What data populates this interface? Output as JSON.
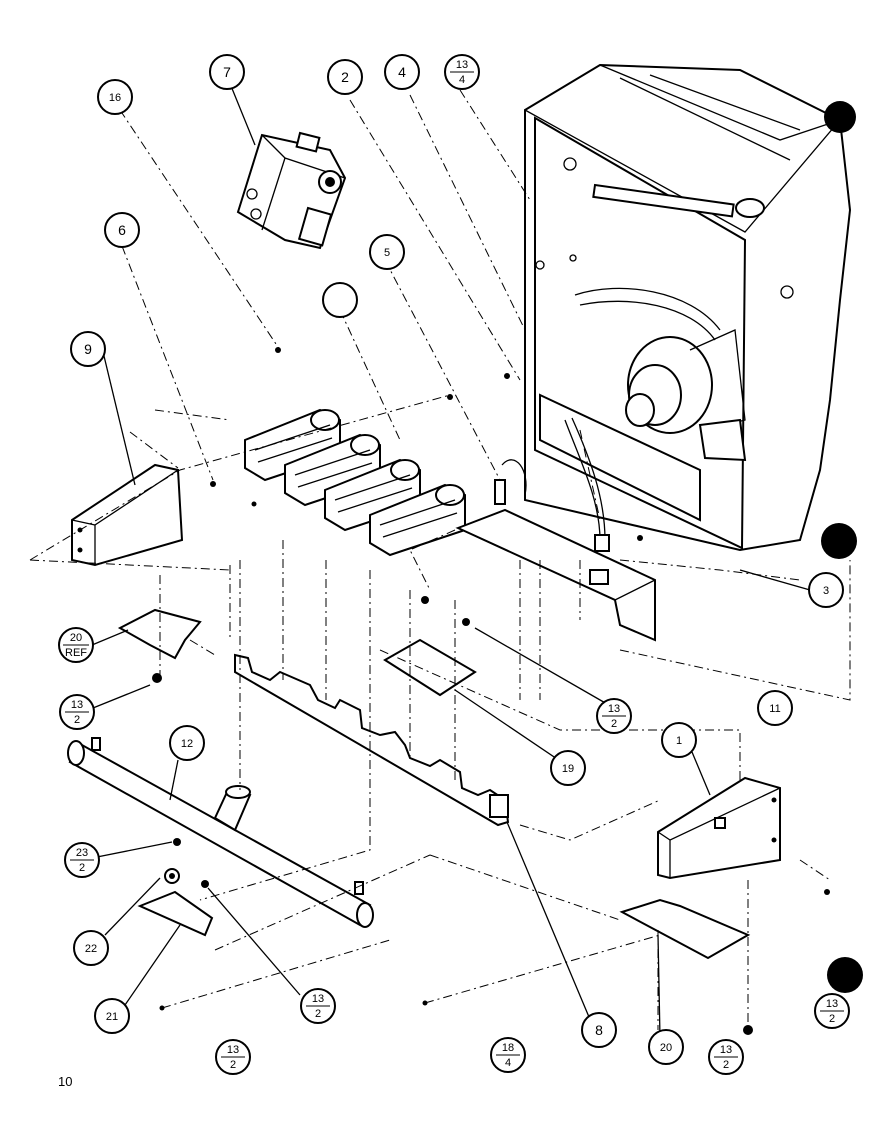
{
  "page_number": "10",
  "callouts": [
    {
      "id": "c7",
      "text": "7"
    },
    {
      "id": "c2",
      "text": "2"
    },
    {
      "id": "c4",
      "text": "4"
    },
    {
      "id": "c13_4",
      "num": "13",
      "den": "4"
    },
    {
      "id": "c16",
      "text": "16"
    },
    {
      "id": "c6",
      "text": "6"
    },
    {
      "id": "c5",
      "text": "5"
    },
    {
      "id": "c1",
      "text": ""
    },
    {
      "id": "c9",
      "text": "9"
    },
    {
      "id": "c3",
      "text": "3"
    },
    {
      "id": "c20ref",
      "num": "20",
      "den": "REF"
    },
    {
      "id": "c13_2a",
      "num": "13",
      "den": "2"
    },
    {
      "id": "c13_2b",
      "num": "13",
      "den": "2"
    },
    {
      "id": "c12",
      "text": "12"
    },
    {
      "id": "c11",
      "text": "11"
    },
    {
      "id": "c1b",
      "text": "1"
    },
    {
      "id": "c19",
      "text": "19"
    },
    {
      "id": "c23_2",
      "num": "23",
      "den": "2"
    },
    {
      "id": "c22",
      "text": "22"
    },
    {
      "id": "c21",
      "text": "21"
    },
    {
      "id": "c13_2c",
      "num": "13",
      "den": "2"
    },
    {
      "id": "c13_2d",
      "num": "13",
      "den": "2"
    },
    {
      "id": "c18_4",
      "num": "18",
      "den": "4"
    },
    {
      "id": "c8",
      "text": "8"
    },
    {
      "id": "c20",
      "text": "20"
    },
    {
      "id": "c13_2e",
      "num": "13",
      "den": "2"
    },
    {
      "id": "c13_2f",
      "num": "13",
      "den": "2"
    }
  ]
}
